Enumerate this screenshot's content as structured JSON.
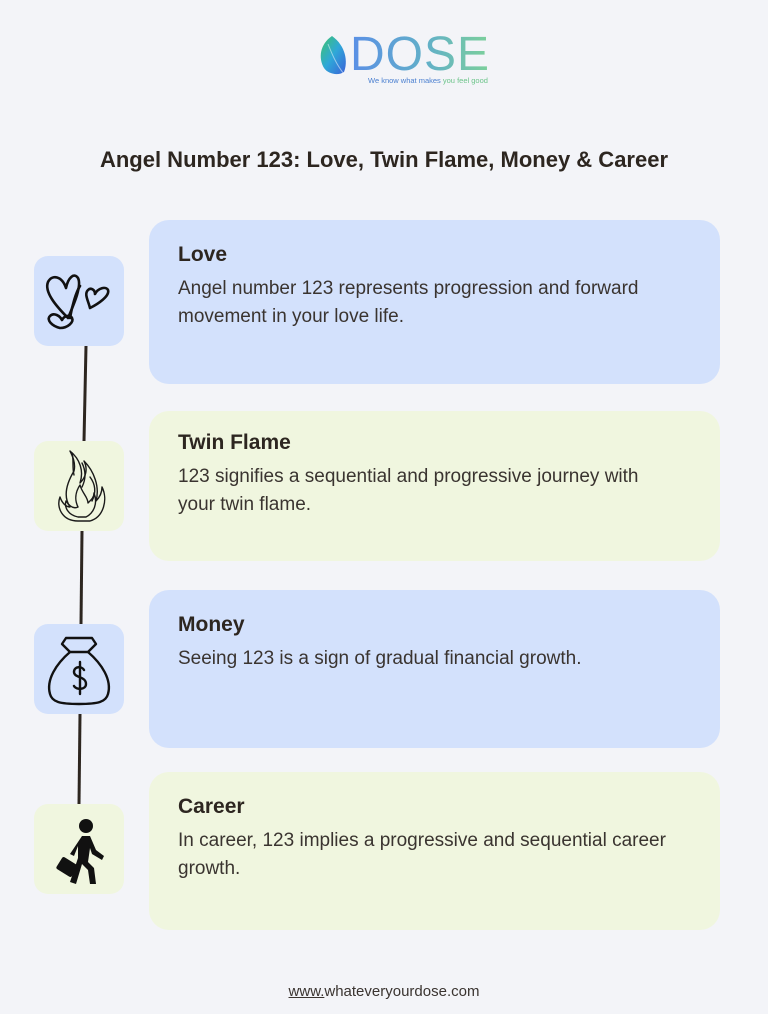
{
  "logo": {
    "brand": "DOSE",
    "tagline_part1": "We know what makes ",
    "tagline_part2": "you feel good",
    "icon": "leaf-icon"
  },
  "title": "Angel Number 123: Love, Twin Flame, Money & Career",
  "items": [
    {
      "heading": "Love",
      "text": "Angel number 123 represents progression and forward movement in your love life.",
      "icon": "hearts-icon",
      "color": "#d3e1fc"
    },
    {
      "heading": "Twin Flame",
      "text": "123 signifies a sequential and progressive journey with your twin flame.",
      "icon": "flame-icon",
      "color": "#f0f6df"
    },
    {
      "heading": "Money",
      "text": "Seeing 123 is a sign of gradual financial growth.",
      "icon": "money-bag-icon",
      "color": "#d3e1fc"
    },
    {
      "heading": "Career",
      "text": "In career, 123 implies a progressive and sequential career growth.",
      "icon": "businessman-walking-icon",
      "color": "#f0f6df"
    }
  ],
  "footer": {
    "prefix": "www.",
    "domain": "whateveryourdose.com"
  },
  "colors": {
    "background": "#f3f4f8",
    "blue_card": "#d3e1fc",
    "green_card": "#f0f6df",
    "text": "#2d2620"
  }
}
